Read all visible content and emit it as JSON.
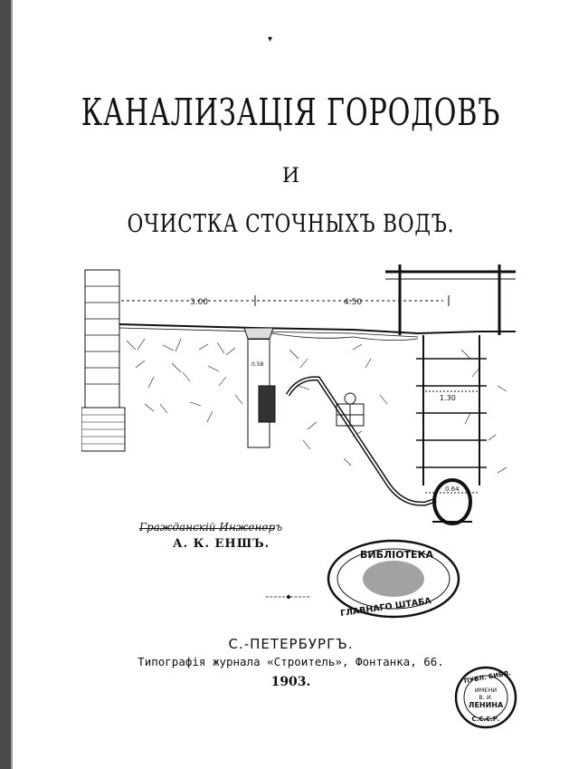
{
  "title": "КАНАЛИЗАЦІЯ ГОРОДОВЪ",
  "conjunction": "И",
  "subtitle": "ОЧИСТКА СТОЧНЫХЪ ВОДЪ.",
  "diagram": {
    "dim_left": "3.00",
    "dim_right": "4.50",
    "dim_depth": "0.58",
    "dim_shaft": "1.30",
    "dim_pipe": "0.64"
  },
  "author_role": "Гражданскій Инженеръ",
  "author": "А. К. ЕНШЪ.",
  "city": "С.-ПЕТЕРБУРГЪ.",
  "printer": "Типографія журнала «Строитель», Фонтанка, 66.",
  "year": "1903.",
  "stamp_library": {
    "top": "БИБЛІОТЕКА",
    "bottom": "ГЛАВНАГО ШТАБА"
  },
  "stamp_lenin": {
    "line1": "ПУБЛ. БИБЛ.",
    "line2": "ИМЕНИ",
    "line3": "В. И.",
    "line4": "ЛЕНИНА",
    "line5": "С.С.С.Р."
  }
}
